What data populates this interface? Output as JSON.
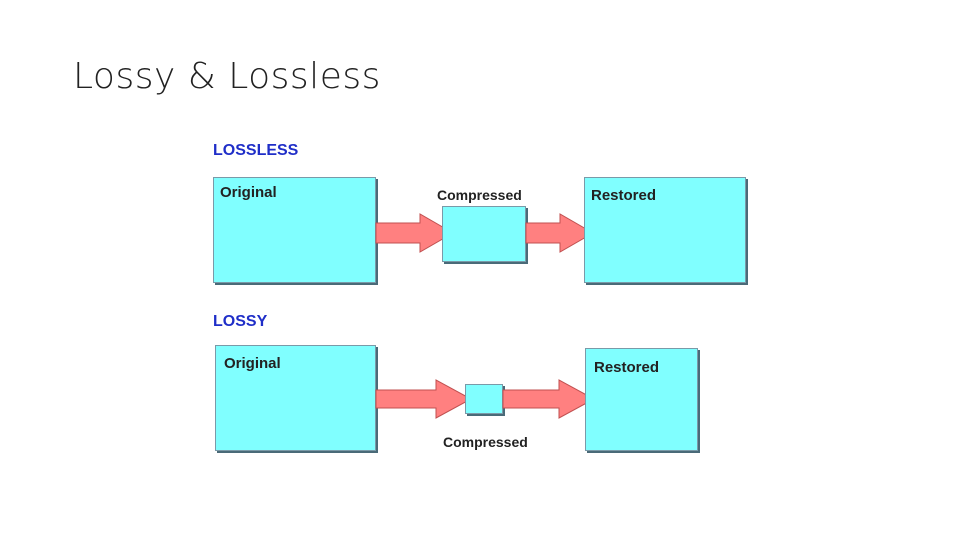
{
  "slide": {
    "title": "Lossy & Lossless"
  },
  "lossless": {
    "label": "LOSSLESS",
    "original": "Original",
    "compressed": "Compressed",
    "restored": "Restored"
  },
  "lossy": {
    "label": "LOSSY",
    "original": "Original",
    "compressed": "Compressed",
    "restored": "Restored"
  },
  "colors": {
    "box_fill": "#80ffff",
    "arrow_fill": "#ff8080",
    "label_blue": "#1f2ec8"
  }
}
